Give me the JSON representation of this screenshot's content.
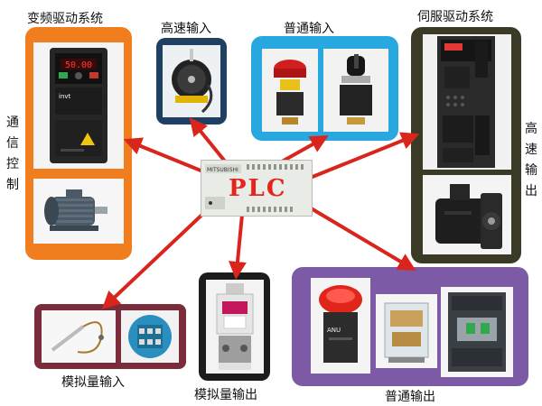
{
  "center": {
    "plc_label": "PLC",
    "brand_text": "MITSUBISHI"
  },
  "groups": {
    "vfd": {
      "title": "变频驱动系统",
      "side_label": "通信控制",
      "drive_brand": "invt",
      "display_value": "50.00"
    },
    "hs_input": {
      "title": "高速输入"
    },
    "normal_input": {
      "title": "普通输入"
    },
    "servo": {
      "title": "伺服驱动系统",
      "side_label": "高速输出"
    },
    "analog_input": {
      "title": "模拟量输入"
    },
    "analog_output": {
      "title": "模拟量输出"
    },
    "normal_output": {
      "title": "普通输出",
      "indicator_brand": "ANU"
    }
  },
  "colors": {
    "vfd_panel": "#f07d1e",
    "hs_panel": "#1f3f63",
    "normal_input_panel": "#29a8e0",
    "servo_panel": "#3b3a26",
    "analog_panel": "#7b2c3b",
    "output_panel": "#7c5aa6",
    "arrow": "#d9251c"
  }
}
